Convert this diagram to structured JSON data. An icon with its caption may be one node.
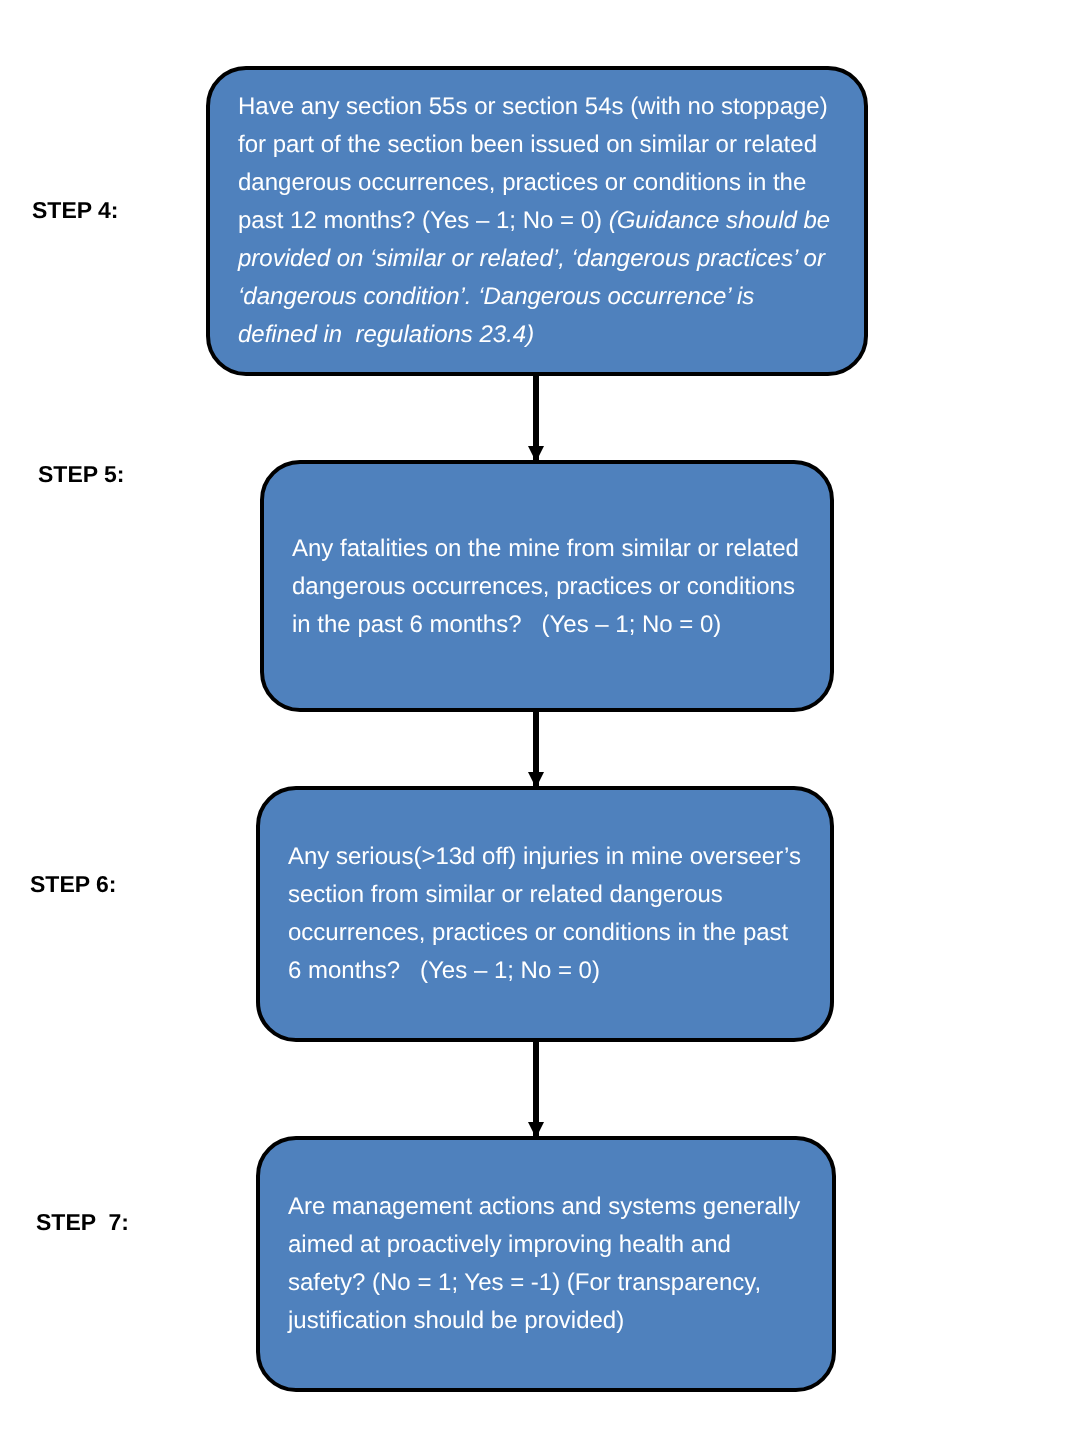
{
  "diagram": {
    "nodes": [
      {
        "text": [
          "Have any section 55s or section 54s (with no stoppage) for part of the section been issued on similar or related dangerous occurrences, practices or conditions in the past 12 months? (Yes – 1; No = 0) *(Guidance should be provided on ‘similar or related’, ‘dangerous practices’ or ‘dangerous condition’. ‘Dangerous occurrence’ is defined in  regulations 23.4)*"
        ]
      },
      {
        "text": [
          "Any fatalities on the mine from similar or related dangerous occurrences, practices or conditions in the past 6 months?   (Yes – 1; No = 0)"
        ]
      },
      {
        "text": [
          "Any serious(>13d off) injuries in mine overseer’s section from similar or related dangerous occurrences, practices or conditions in the past 6 months?   (Yes – 1; No = 0)"
        ]
      },
      {
        "text": [
          "Are management actions and systems generally aimed at proactively improving health and safety? (No = 1; Yes = -1) (For transparency, justification should be provided)"
        ]
      }
    ],
    "edges": [
      {
        "from": 0,
        "to": 1,
        "arrow": "to"
      },
      {
        "from": 1,
        "to": 2,
        "arrow": "to"
      },
      {
        "from": 2,
        "to": 3,
        "arrow": "to"
      }
    ],
    "labels": [
      "STEP 4:",
      "STEP 5:",
      "STEP 6:",
      "STEP  7:"
    ]
  }
}
